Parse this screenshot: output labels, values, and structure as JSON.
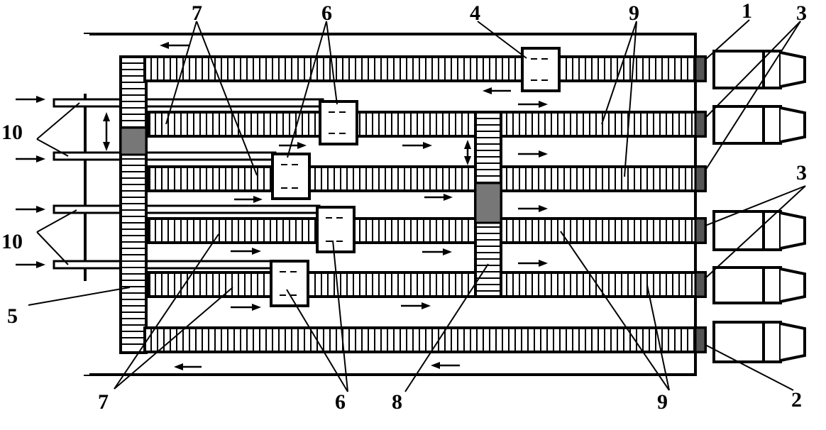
{
  "figure": {
    "background": "#ffffff",
    "stroke_color": "#000000",
    "shaded_fill": "#777777",
    "end_stop_fill": "#555555"
  },
  "labels": {
    "l1": "1",
    "l2": "2",
    "l3": "3",
    "l4": "4",
    "l5": "5",
    "l6": "6",
    "l7": "7",
    "l8": "8",
    "l9": "9",
    "l10": "10"
  }
}
